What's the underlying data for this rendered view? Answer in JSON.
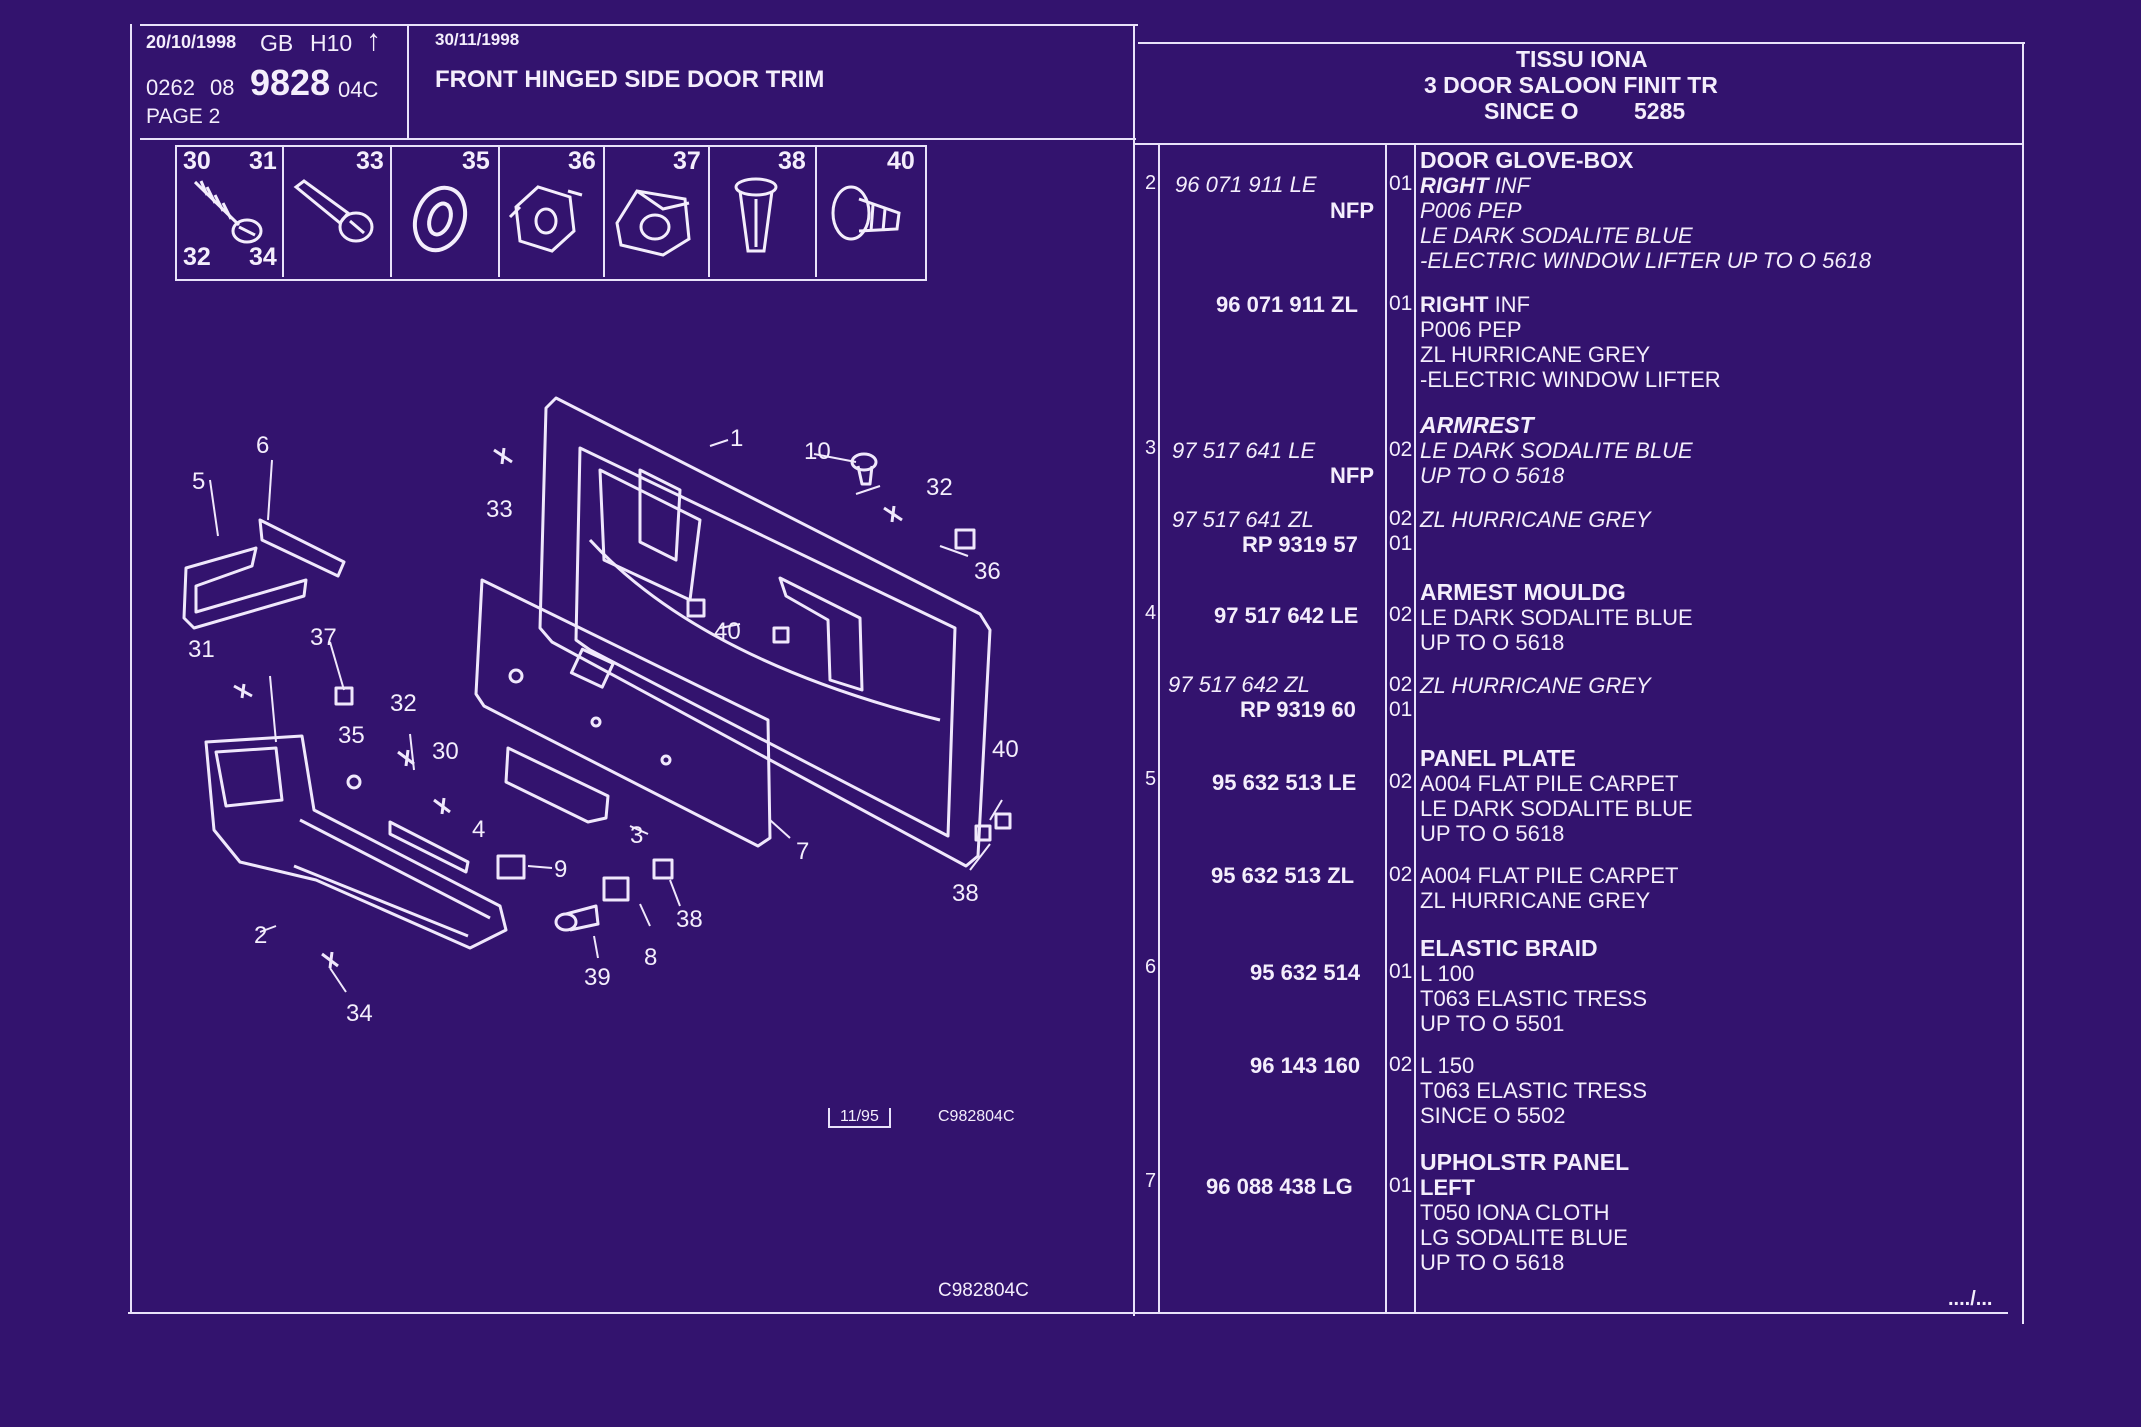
{
  "header": {
    "date1": "20/10/1998",
    "country": "GB",
    "code": "H10",
    "arrow": "↑",
    "ref_a": "0262",
    "ref_b": "08",
    "ref_c": "9828",
    "ref_d": "04C",
    "page": "PAGE  2",
    "date2": "30/11/1998",
    "title": "FRONT HINGED SIDE DOOR TRIM",
    "model_line1": "TISSU IONA",
    "model_line2": "3 DOOR SALOON FINIT  TR",
    "model_line3_a": "SINCE O",
    "model_line3_b": "5285"
  },
  "icon_strip": [
    {
      "nums": [
        "30",
        "31",
        "32",
        "34"
      ],
      "icon": "self-tapping-screw-icon"
    },
    {
      "nums": [
        "33"
      ],
      "icon": "screw-icon"
    },
    {
      "nums": [
        "35"
      ],
      "icon": "washer-icon"
    },
    {
      "nums": [
        "36"
      ],
      "icon": "clip-nut-icon"
    },
    {
      "nums": [
        "37"
      ],
      "icon": "cage-nut-icon"
    },
    {
      "nums": [
        "38"
      ],
      "icon": "push-fastener-icon"
    },
    {
      "nums": [
        "40"
      ],
      "icon": "trim-stud-icon"
    }
  ],
  "diagram": {
    "callouts": [
      "1",
      "2",
      "3",
      "4",
      "5",
      "6",
      "7",
      "8",
      "9",
      "10",
      "30",
      "31",
      "32",
      "32",
      "33",
      "34",
      "35",
      "36",
      "37",
      "38",
      "38",
      "39",
      "40",
      "40"
    ],
    "stamp": "11/95",
    "code_small": "C982804C",
    "code_bottom": "C982804C"
  },
  "parts": [
    {
      "ref": "2",
      "pn": "96 071 911 LE",
      "pn_italic": true,
      "sub": "NFP",
      "qty": "01",
      "heading": "DOOR GLOVE-BOX",
      "lines": [
        {
          "t": "RIGHT",
          "b": true,
          "suffix": " INF"
        },
        {
          "t": "P006 PEP"
        },
        {
          "t": "LE DARK SODALITE BLUE"
        },
        {
          "t": "-ELECTRIC WINDOW LIFTER UP  TO  O  5618"
        }
      ],
      "italic": true
    },
    {
      "ref": "",
      "pn": "96 071 911 ZL",
      "pn_italic": false,
      "sub": "",
      "qty": "01",
      "heading": "",
      "lines": [
        {
          "t": "RIGHT",
          "b": true,
          "suffix": " INF"
        },
        {
          "t": "P006 PEP"
        },
        {
          "t": "ZL HURRICANE GREY"
        },
        {
          "t": "-ELECTRIC WINDOW LIFTER"
        }
      ],
      "italic": false
    },
    {
      "ref": "3",
      "pn": "97 517 641 LE",
      "pn_italic": true,
      "sub": "NFP",
      "qty": "02",
      "heading": "ARMREST",
      "lines": [
        {
          "t": "LE DARK SODALITE BLUE"
        },
        {
          "t": "UP  TO  O  5618"
        }
      ],
      "italic": true
    },
    {
      "ref": "",
      "pn": "97 517 641 ZL",
      "pn_italic": true,
      "sub": "RP  9319 57",
      "qty": "02",
      "qty2": "01",
      "heading": "",
      "lines": [
        {
          "t": "ZL HURRICANE GREY"
        }
      ],
      "italic": true
    },
    {
      "ref": "4",
      "pn": "97 517 642 LE",
      "pn_italic": false,
      "sub": "",
      "qty": "02",
      "heading": "ARMEST MOULDG",
      "lines": [
        {
          "t": "LE DARK SODALITE BLUE"
        },
        {
          "t": "UP  TO  O  5618"
        }
      ],
      "italic": false
    },
    {
      "ref": "",
      "pn": "97 517 642 ZL",
      "pn_italic": true,
      "sub": "RP  9319 60",
      "qty": "02",
      "qty2": "01",
      "heading": "",
      "lines": [
        {
          "t": "ZL HURRICANE GREY"
        }
      ],
      "italic": true
    },
    {
      "ref": "5",
      "pn": "95 632 513 LE",
      "pn_italic": false,
      "sub": "",
      "qty": "02",
      "heading": "PANEL PLATE",
      "lines": [
        {
          "t": "A004 FLAT PILE CARPET"
        },
        {
          "t": "LE DARK SODALITE BLUE"
        },
        {
          "t": "UP  TO  O  5618"
        }
      ],
      "italic": false
    },
    {
      "ref": "",
      "pn": "95 632 513 ZL",
      "pn_italic": false,
      "sub": "",
      "qty": "02",
      "heading": "",
      "lines": [
        {
          "t": "A004 FLAT PILE CARPET"
        },
        {
          "t": "ZL HURRICANE GREY"
        }
      ],
      "italic": false
    },
    {
      "ref": "6",
      "pn": "95 632 514",
      "pn_italic": false,
      "sub": "",
      "qty": "01",
      "heading": "ELASTIC BRAID",
      "lines": [
        {
          "t": "L 100"
        },
        {
          "t": "T063 ELASTIC TRESS"
        },
        {
          "t": "UP  TO  O  5501"
        }
      ],
      "italic": false
    },
    {
      "ref": "",
      "pn": "96 143 160",
      "pn_italic": false,
      "sub": "",
      "qty": "02",
      "heading": "",
      "lines": [
        {
          "t": "L 150"
        },
        {
          "t": "T063 ELASTIC TRESS"
        },
        {
          "t": "SINCE  O  5502"
        }
      ],
      "italic": false
    },
    {
      "ref": "7",
      "pn": "96 088 438 LG",
      "pn_italic": false,
      "sub": "",
      "qty": "01",
      "heading": "UPHOLSTR PANEL",
      "lines": [
        {
          "t": "LEFT",
          "b": true
        },
        {
          "t": "T050 IONA CLOTH"
        },
        {
          "t": "LG SODALITE BLUE"
        },
        {
          "t": "UP  TO  O  5618"
        }
      ],
      "italic": false
    }
  ],
  "continued": "..../..."
}
